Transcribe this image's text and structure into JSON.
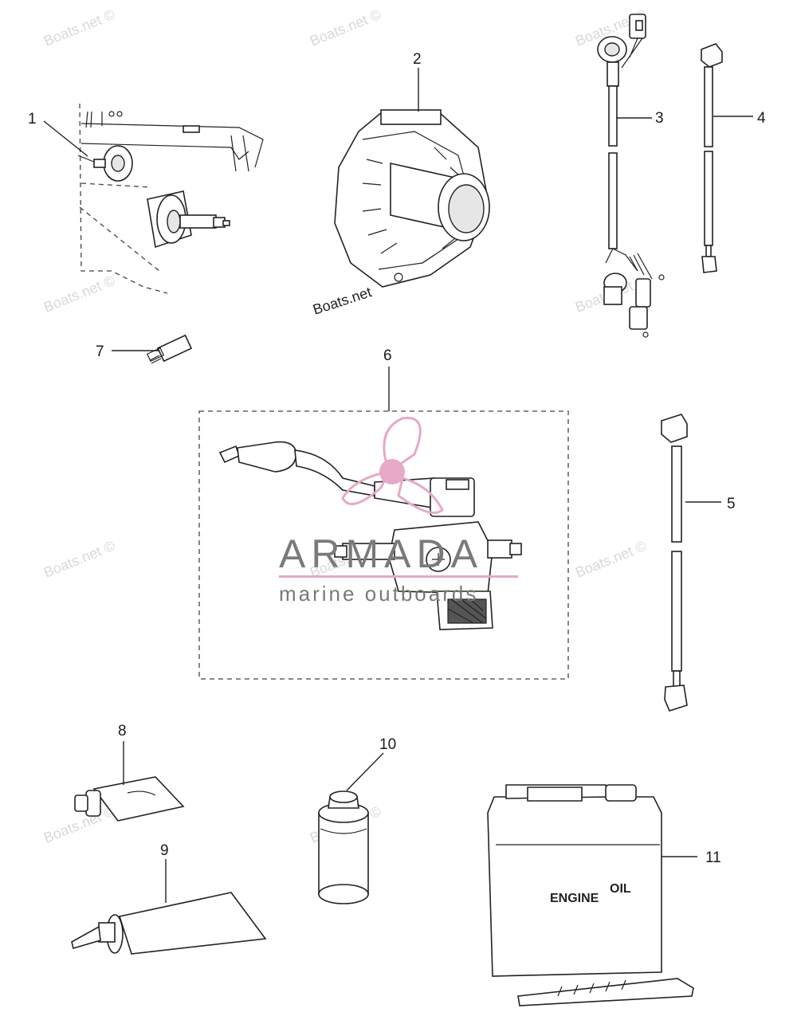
{
  "watermark": {
    "text": "Boats.net ©"
  },
  "credit_stamp": "Boats.net",
  "logo": {
    "name": "ARMADA",
    "tagline": "marine outboards",
    "color_pink": "#e6a9c7",
    "color_gray": "#7a7a7a"
  },
  "callouts": {
    "c1": "1",
    "c2": "2",
    "c3": "3",
    "c4": "4",
    "c5": "5",
    "c6": "6",
    "c7": "7",
    "c8": "8",
    "c9": "9",
    "c10": "10",
    "c11": "11"
  },
  "jug_label": {
    "word1": "ENGINE",
    "word2": "OIL"
  }
}
